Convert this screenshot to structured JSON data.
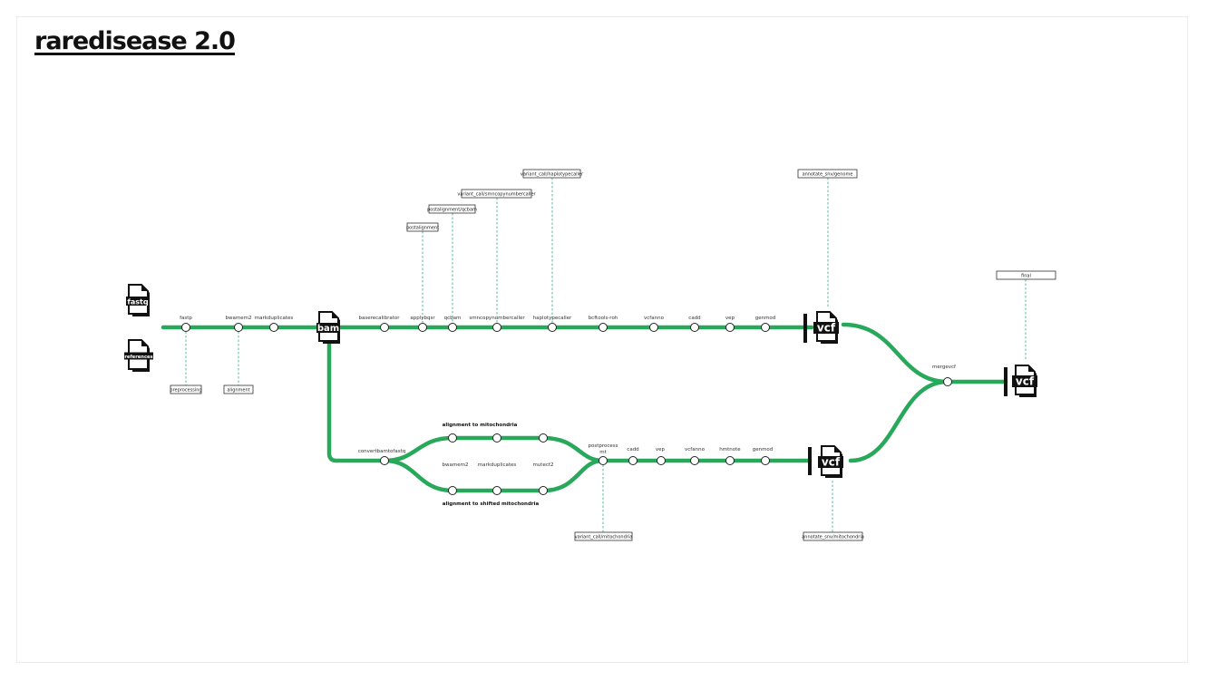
{
  "title": "raredisease 2.0",
  "colors": {
    "line": "#27a85a",
    "dashed": "#2fa88e",
    "ink": "#111111"
  },
  "files": {
    "fastq": "fastq",
    "references": "references",
    "bam": "bam",
    "vcf_genome": "vcf",
    "vcf_mito": "vcf",
    "vcf_final": "vcf"
  },
  "stations": {
    "fastp": "fastp",
    "bwamem2": "bwamem2",
    "markduplicates": "markduplicates",
    "baserecalibrator": "baserecalibrator",
    "applybqsr": "applybqsr",
    "qcbam": "qcbam",
    "smncopynumbercaller": "smncopynumbercaller",
    "haplotypecaller": "haplotypecaller",
    "bcftools_roh": "bcftools-roh",
    "vcfanno": "vcfanno",
    "cadd": "cadd",
    "vep": "vep",
    "genmod": "genmod",
    "convertbamtofastq": "convertbamtofastq",
    "mito_bwamem2": "bwamem2",
    "mito_markduplicates": "markduplicates",
    "mutect2": "mutect2",
    "postprocess_mt_1": "postprocess",
    "postprocess_mt_2": "mt",
    "mito_cadd": "cadd",
    "mito_vep": "vep",
    "mito_vcfanno": "vcfanno",
    "hmtnote": "hmtnote",
    "mito_genmod": "genmod",
    "mergevcf": "mergevcf"
  },
  "branches": {
    "mito": "alignment to mitochondria",
    "shifted": "alignment to shifted mitochondria"
  },
  "subworkflows": {
    "preprocessing": "preprocessing",
    "alignment": "alignment",
    "postalignment": "postalignment",
    "postalignment_qcbam": "postalignment/qcbam",
    "variant_call_smn": "variant_call/smncopynumbercaller",
    "variant_call_haplotypecaller": "variant_call/haplotypecaller",
    "annotate_snv_genome": "annotate_snv/genome",
    "final": "final",
    "variant_call_mitochondria": "variant_call/mitochondria",
    "annotate_snv_mitochondria": "annotate_snv/mitochondria"
  }
}
